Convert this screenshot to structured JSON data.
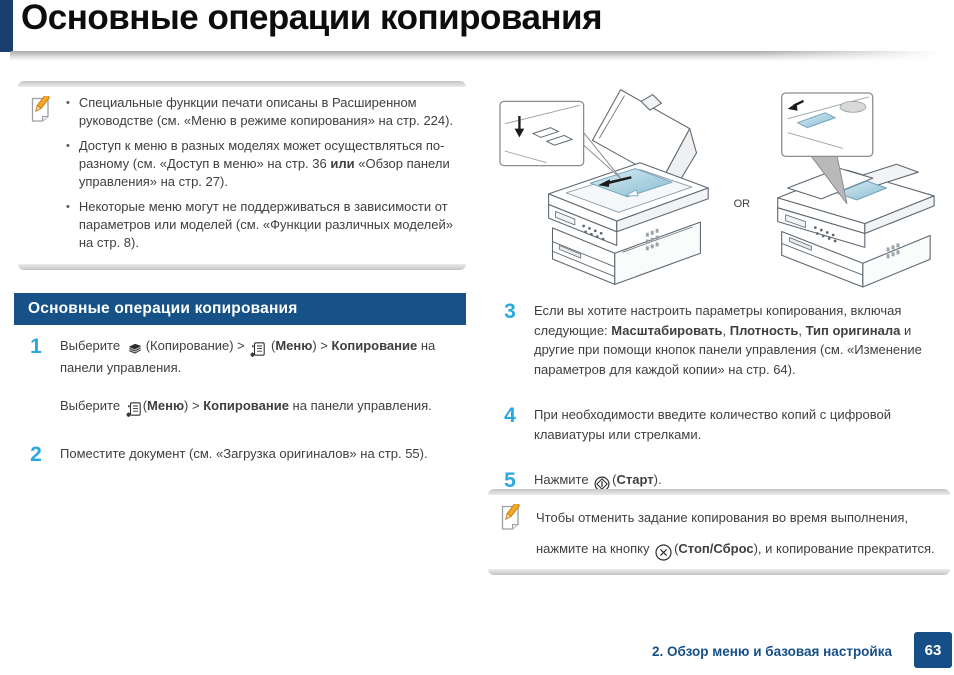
{
  "page_title": "Основные операции копирования",
  "section_header": "Основные операции копирования",
  "or_label": "OR",
  "colors": {
    "navy_bar": "#1b3e6e",
    "header_blue": "#165288",
    "accent_cyan": "#2aa9e0",
    "footer_blue": "#164f87",
    "document_blue": "#9cc6da",
    "line_art_gray": "#5d6770"
  },
  "top_note": {
    "icon": "note-icon",
    "bullets": [
      [
        {
          "t": "Специальные функции печати описаны в Расширенном руководстве (см. «Меню в режиме копирования» на стр. 224)."
        }
      ],
      [
        {
          "t": "Доступ к меню в разных моделях может осуществляться по-разному (см. «Доступ в меню» на стр. 36 "
        },
        {
          "t": "или",
          "b": true
        },
        {
          "t": " «Обзор панели управления» на стр. 27)."
        }
      ],
      [
        {
          "t": "Некоторые меню могут не поддерживаться в зависимости от параметров или моделей (см. «Функции различных моделей» на стр. 8)."
        }
      ]
    ]
  },
  "illustrations": {
    "left_caption": "flatbed-scanner-with-open-lid",
    "right_caption": "printer-with-adf-document"
  },
  "steps_left": [
    {
      "num": "1",
      "paragraphs": [
        [
          {
            "t": "Выберите "
          },
          {
            "icon": "copy-icon"
          },
          {
            "t": "(Копирование) > "
          },
          {
            "icon": "menu-icon"
          },
          {
            "t": " ("
          },
          {
            "t": "Меню",
            "b": true
          },
          {
            "t": ") > "
          },
          {
            "t": "Копирование",
            "b": true
          },
          {
            "t": " на панели управления."
          }
        ],
        [
          {
            "t": "Выберите "
          },
          {
            "icon": "menu-icon"
          },
          {
            "t": "("
          },
          {
            "t": "Меню",
            "b": true
          },
          {
            "t": ") > "
          },
          {
            "t": "Копирование",
            "b": true
          },
          {
            "t": " на панели управления."
          }
        ]
      ]
    },
    {
      "num": "2",
      "paragraphs": [
        [
          {
            "t": "Поместите документ (см. «Загрузка оригиналов» на стр. 55)."
          }
        ]
      ]
    }
  ],
  "steps_right": [
    {
      "num": "3",
      "paragraphs": [
        [
          {
            "t": "Если вы хотите настроить параметры копирования, включая следующие: "
          },
          {
            "t": "Масштабировать",
            "b": true
          },
          {
            "t": ", "
          },
          {
            "t": "Плотность",
            "b": true
          },
          {
            "t": ", "
          },
          {
            "t": "Тип оригинала",
            "b": true
          },
          {
            "t": " и другие при помощи кнопок панели управления (см. «Изменение параметров для каждой копии» на стр. 64)."
          }
        ]
      ]
    },
    {
      "num": "4",
      "paragraphs": [
        [
          {
            "t": "При необходимости введите количество копий с цифровой клавиатуры или стрелками."
          }
        ]
      ]
    },
    {
      "num": "5",
      "paragraphs": [
        [
          {
            "t": "Нажмите "
          },
          {
            "icon": "start-icon"
          },
          {
            "t": "("
          },
          {
            "t": "Старт",
            "b": true
          },
          {
            "t": ")."
          }
        ]
      ]
    }
  ],
  "bottom_note": {
    "icon": "note-icon",
    "lines": [
      [
        {
          "t": "Чтобы отменить задание копирования во время выполнения,"
        }
      ],
      [
        {
          "t": "нажмите на кнопку "
        },
        {
          "icon": "stop-icon"
        },
        {
          "t": "("
        },
        {
          "t": "Стоп/Сброс",
          "b": true
        },
        {
          "t": "), и копирование прекратится."
        }
      ]
    ]
  },
  "footer": {
    "chapter": "2. Обзор меню и базовая настройка",
    "page_number": "63"
  }
}
